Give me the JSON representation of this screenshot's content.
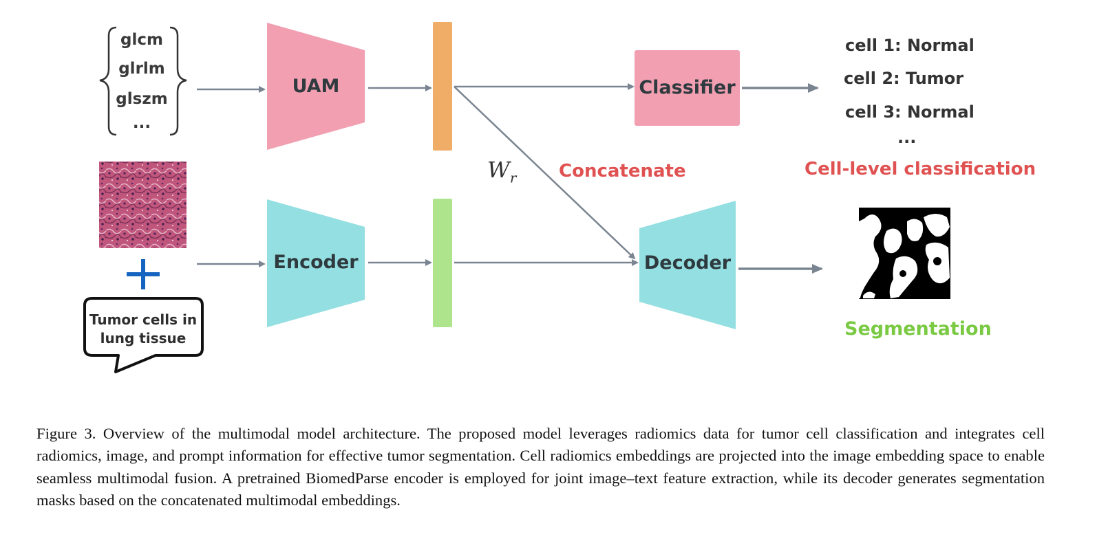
{
  "features": [
    "glcm",
    "glrlm",
    "glszm",
    "..."
  ],
  "blocks": {
    "uam": "UAM",
    "encoder": "Encoder",
    "classifier": "Classifier",
    "decoder": "Decoder"
  },
  "prompt": {
    "line1": "Tumor cells in",
    "line2": "lung tissue"
  },
  "weight_label": {
    "base": "W",
    "sub": "r"
  },
  "concat_label": "Concatenate",
  "outputs": {
    "cells": [
      "cell 1: Normal",
      "cell 2: Tumor",
      "cell 3: Normal",
      "..."
    ],
    "classification_label": "Cell-level classification",
    "segmentation_label": "Segmentation"
  },
  "colors": {
    "pink": "#f19fb1",
    "cyan": "#94dfe1",
    "orange": "#f0ad67",
    "green_bar": "#aee48c",
    "arrow": "#7a8591",
    "red_text": "#e05252",
    "green_text": "#7ac943",
    "plus": "#1565c0"
  },
  "caption": "Figure 3. Overview of the multimodal model architecture. The proposed model leverages radiomics data for tumor cell classification and integrates cell radiomics, image, and prompt information for effective tumor segmentation. Cell radiomics embeddings are projected into the image embedding space to enable seamless multimodal fusion. A pretrained BiomedParse encoder is employed for joint image–text feature extraction, while its decoder generates segmentation masks based on the concatenated multimodal embeddings."
}
